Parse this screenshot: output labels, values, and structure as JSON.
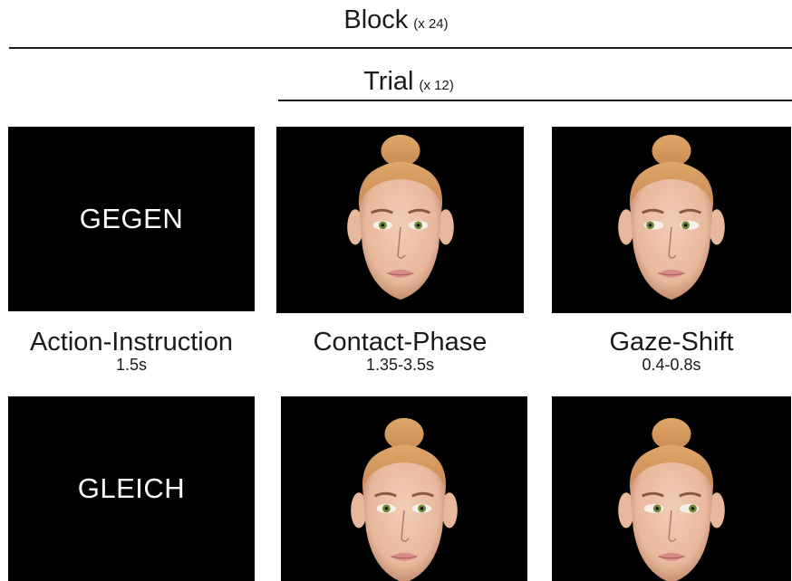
{
  "block": {
    "label": "Block",
    "repeat": "(x 24)"
  },
  "trial": {
    "label": "Trial",
    "repeat": "(x 12)"
  },
  "instructions": {
    "top": "GEGEN",
    "bottom": "GLEICH"
  },
  "phases": [
    {
      "name": "Action-Instruction",
      "duration": "1.5s"
    },
    {
      "name": "Contact-Phase",
      "duration": "1.35-3.5s"
    },
    {
      "name": "Gaze-Shift",
      "duration": "0.4-0.8s"
    }
  ],
  "colors": {
    "panel_bg": "#000000",
    "skin": "#e8b89c",
    "hair": "#c98a52",
    "iris": "#6f8a3a"
  },
  "gaze": {
    "contact": "center",
    "shift_top": "left",
    "shift_bottom": "right"
  }
}
